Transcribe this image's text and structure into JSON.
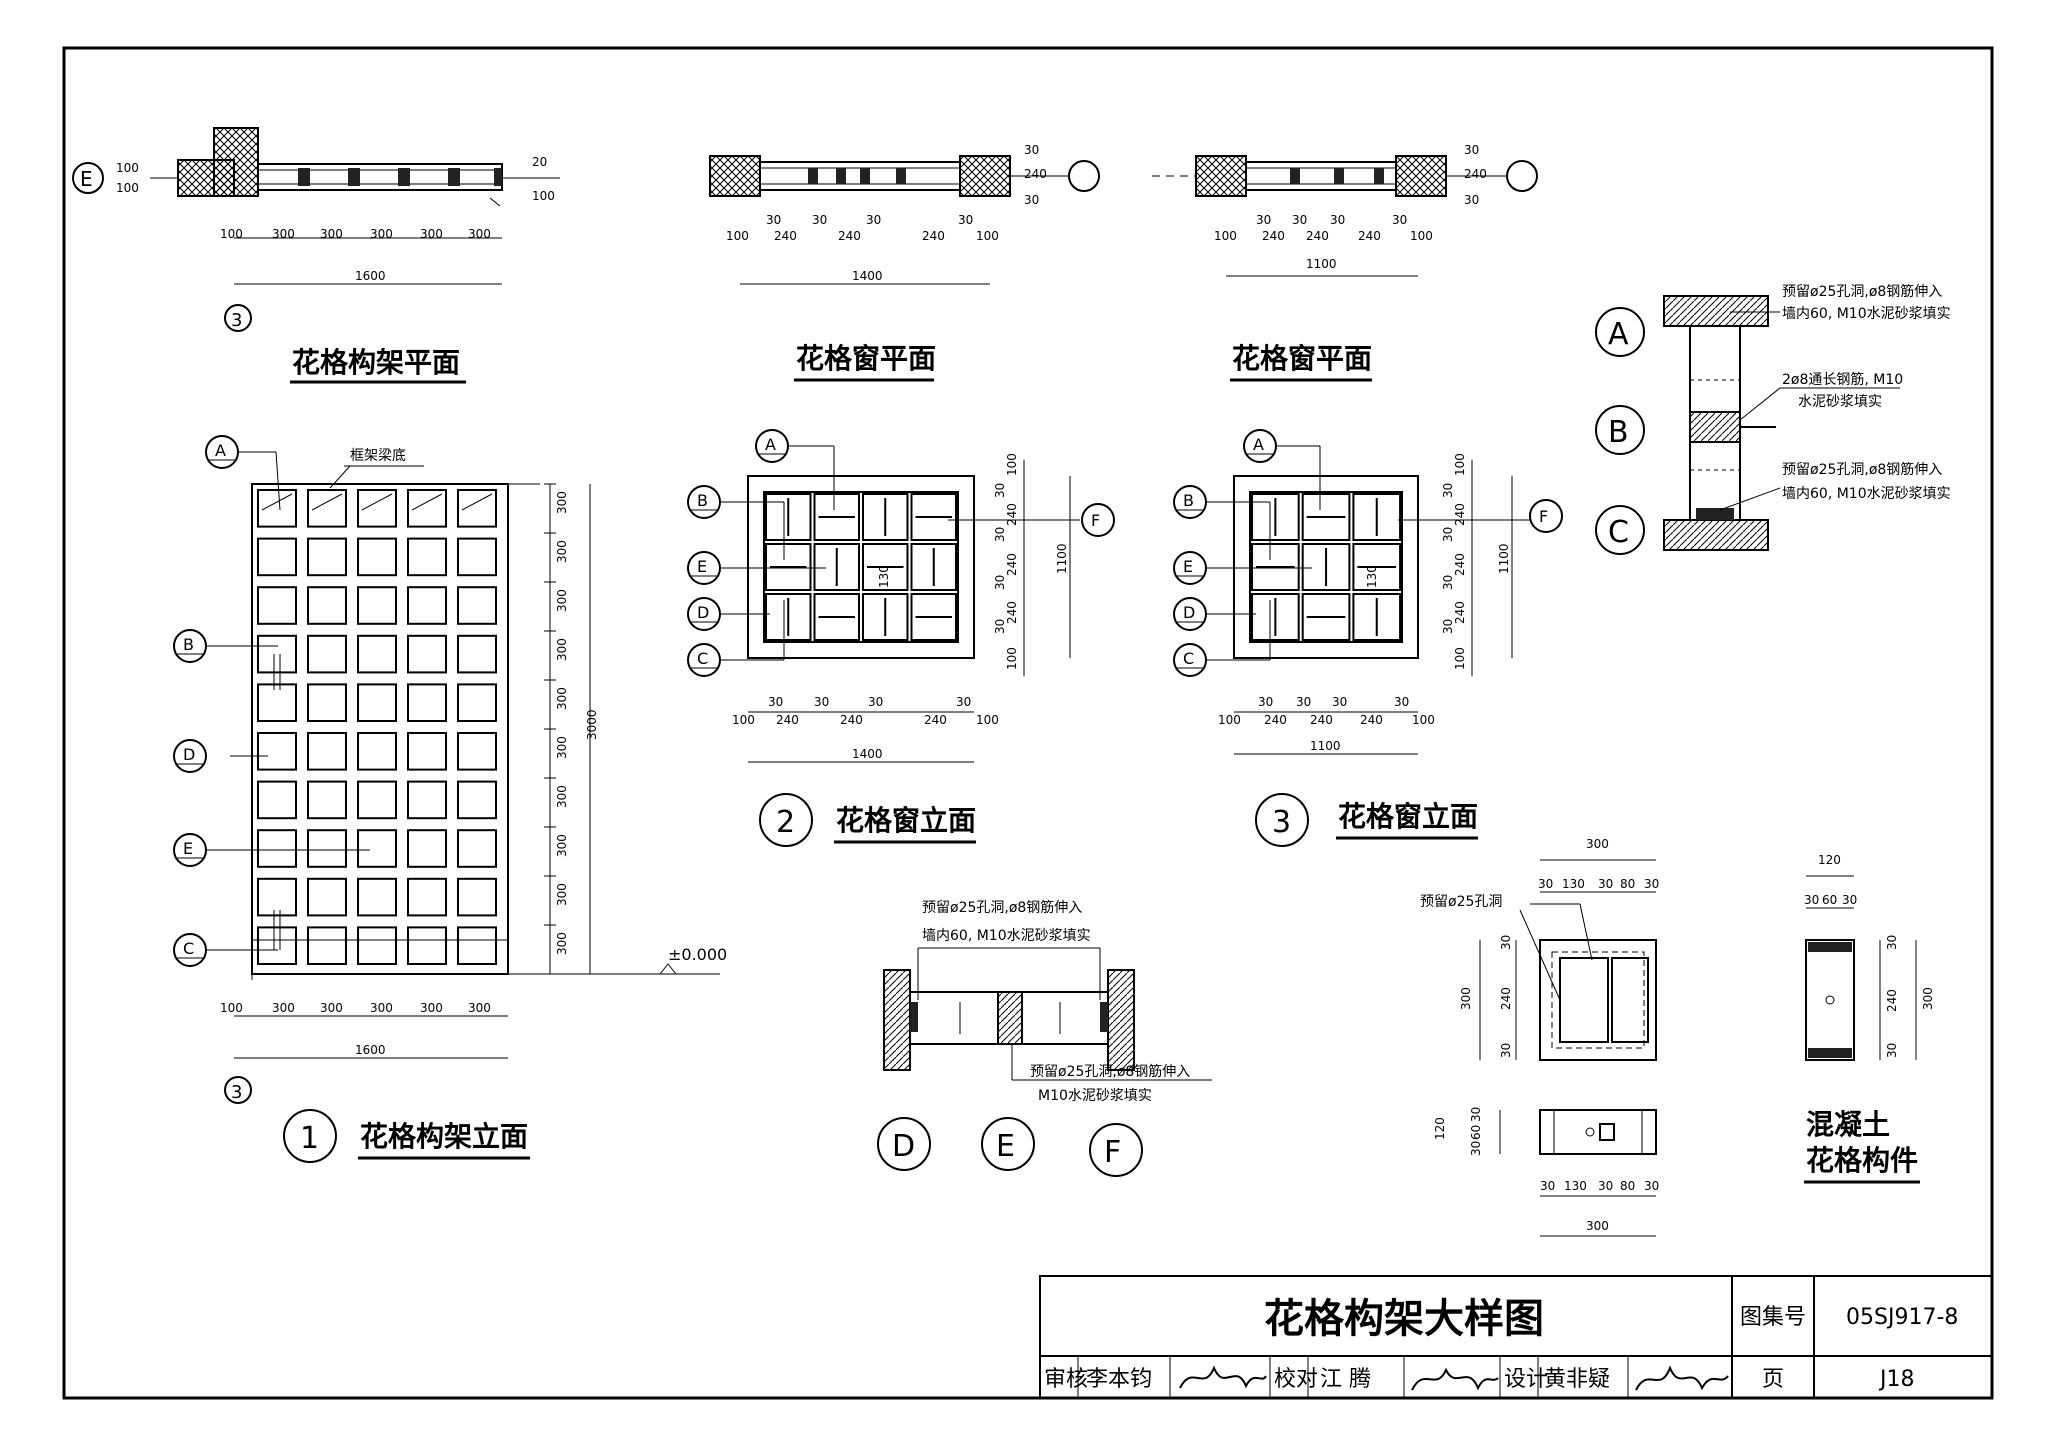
{
  "sheet": {
    "title": "花格构架大样图",
    "atlas_label": "图集号",
    "atlas_no": "05SJ917-8",
    "page_label": "页",
    "page_no": "J18",
    "review_label": "审核",
    "reviewer": "李本钧",
    "check_label": "校对",
    "checker": "江 腾",
    "design_label": "设计",
    "designer": "黄非疑"
  },
  "views": {
    "frame_plan_title": "花格构架平面",
    "window_plan_title_2": "花格窗平面",
    "window_plan_title_3": "花格窗平面",
    "frame_elev_title": "花格构架立面",
    "window_elev_title_2": "花格窗立面",
    "window_elev_title_3": "花格窗立面",
    "component_title_1": "混凝土",
    "component_title_2": "花格构件",
    "frame_elev_no": "1",
    "window_elev_no_2": "2",
    "window_elev_no_3": "3"
  },
  "notes": {
    "beam_bottom": "框架梁底",
    "level_zero": "±0.000",
    "sec_a_1": "预留ø25孔洞,ø8钢筋伸入",
    "sec_a_2": "墙内60, M10水泥砂浆填实",
    "sec_b_1": "2ø8通长钢筋, M10",
    "sec_b_2": "水泥砂浆填实",
    "sec_c_1": "预留ø25孔洞,ø8钢筋伸入",
    "sec_c_2": "墙内60, M10水泥砂浆填实",
    "def_top_1": "预留ø25孔洞,ø8钢筋伸入",
    "def_top_2": "墙内60, M10水泥砂浆填实",
    "def_bot_1": "预留ø25孔洞,ø8钢筋伸入",
    "def_bot_2": "M10水泥砂浆填实",
    "comp_hole": "预留ø25孔洞"
  },
  "markers": {
    "A": "A",
    "B": "B",
    "C": "C",
    "D": "D",
    "E": "E",
    "F": "F",
    "axis3": "3"
  },
  "dimensions": {
    "plan1_bottom": [
      "100",
      "300",
      "300",
      "300",
      "300",
      "300"
    ],
    "plan1_total": "1600",
    "plan1_left": [
      "100",
      "100"
    ],
    "plan1_right": [
      "20",
      "100"
    ],
    "plan2_bottom": [
      "100",
      "30",
      "240",
      "30",
      "240",
      "30",
      "240",
      "30",
      "100"
    ],
    "plan2_total": "1400",
    "plan2_right": [
      "30",
      "240",
      "30"
    ],
    "plan3_bottom": [
      "100",
      "30",
      "240",
      "30",
      "240",
      "30",
      "240",
      "30",
      "100"
    ],
    "plan3_total": "1100",
    "plan3_right": [
      "30",
      "240",
      "30"
    ],
    "elev1_right": [
      "300",
      "300",
      "300",
      "300",
      "300",
      "300",
      "300",
      "300",
      "300",
      "300"
    ],
    "elev1_total": "3000",
    "elev1_bottom": [
      "100",
      "300",
      "300",
      "300",
      "300",
      "300"
    ],
    "elev1_btotal": "1600",
    "elev2_right": [
      "100",
      "30",
      "240",
      "30",
      "240",
      "30",
      "240",
      "30",
      "100"
    ],
    "elev2_rtotal": "1100",
    "elev2_inner": "130",
    "elev2_bottom": [
      "100",
      "30",
      "240",
      "30",
      "240",
      "30",
      "240",
      "30",
      "100"
    ],
    "elev2_btotal": "1400",
    "elev3_btotal": "1100",
    "comp_top": [
      "30",
      "130",
      "30",
      "80",
      "30"
    ],
    "comp_top_total": "300",
    "comp_left": [
      "30",
      "240",
      "30"
    ],
    "comp_left_total": "300",
    "comp_bot_left": [
      "120",
      "30",
      "60",
      "30"
    ],
    "side_top": [
      "30",
      "60",
      "30"
    ],
    "side_top_total": "120",
    "side_right": [
      "30",
      "240",
      "30"
    ],
    "side_right_total": "300"
  }
}
